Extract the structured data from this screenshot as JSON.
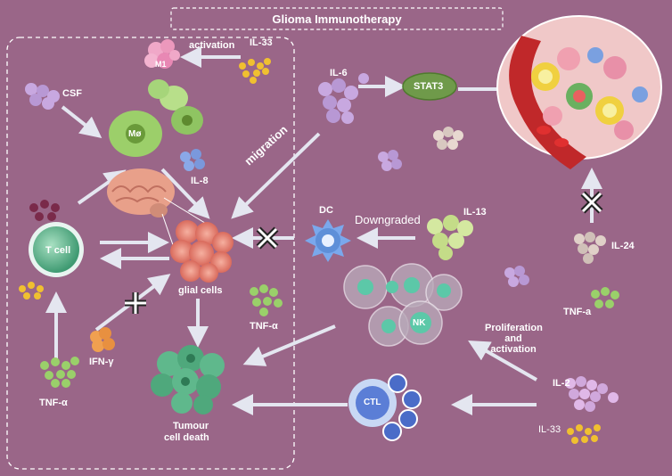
{
  "title": "Glioma Immunotherapy",
  "labels": {
    "activation": "activation",
    "il33_top": "IL-33",
    "m1": "M1",
    "csf": "CSF",
    "mo": "Mø",
    "il8": "IL-8",
    "t_cell": "T cell",
    "glial": "glial cells",
    "ifn": "IFN-γ",
    "tnf_left": "TNF-α",
    "tnf_mid": "TNF-α",
    "tumour_death_1": "Tumour",
    "tumour_death_2": "cell death",
    "il6": "IL-6",
    "stat3": "STAT3",
    "migration": "migration",
    "dc": "DC",
    "downgraded": "Downgraded",
    "il13": "IL-13",
    "il24": "IL-24",
    "tnf_a": "TNF-a",
    "nk": "NK",
    "prolif_1": "Proliferation",
    "prolif_2": "and",
    "prolif_3": "activation",
    "ctl": "CTL",
    "il2": "IL-2",
    "il33_bottom": "IL-33"
  },
  "colors": {
    "background": "#9a6688",
    "arrow": "#e4e6f0",
    "stat3": "#6f9a4a",
    "tcell": "#7fcfb0",
    "tumor_cell": "#e87a6a",
    "dc": "#5e8fd8",
    "nk": "#5cc8a8",
    "ctl": "#5b7ed6"
  }
}
